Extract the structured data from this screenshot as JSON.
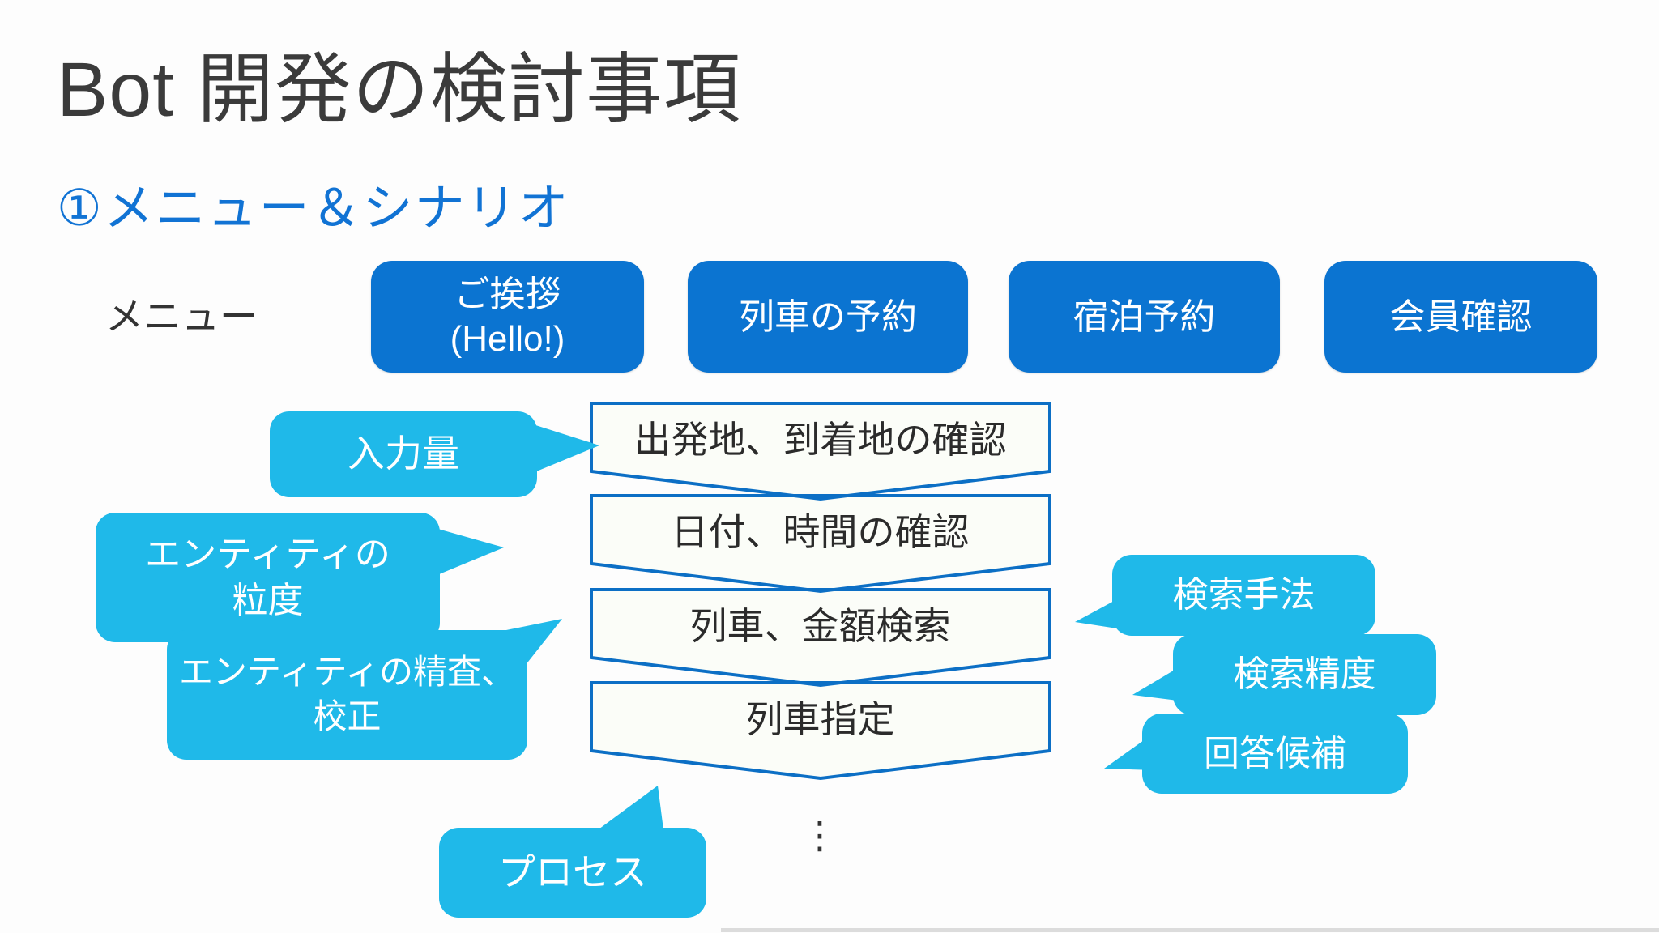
{
  "slide": {
    "title": "Bot 開発の検討事項",
    "subtitle": "①メニュー＆シナリオ",
    "menu_label": "メニュー",
    "ellipsis": "⋮"
  },
  "menu": {
    "buttons": [
      {
        "name": "greeting",
        "lines": [
          "ご挨拶",
          "(Hello!)"
        ]
      },
      {
        "name": "train-reservation",
        "label": "列車の予約"
      },
      {
        "name": "hotel-reservation",
        "label": "宿泊予約"
      },
      {
        "name": "member-verification",
        "label": "会員確認"
      }
    ]
  },
  "flow": {
    "steps": [
      {
        "label": "出発地、到着地の確認"
      },
      {
        "label": "日付、時間の確認"
      },
      {
        "label": "列車、金額検索"
      },
      {
        "label": "列車指定"
      }
    ]
  },
  "callouts": {
    "left": [
      {
        "name": "input-volume",
        "lines": [
          "入力量"
        ]
      },
      {
        "name": "entity-granularity",
        "lines": [
          "エンティティの",
          "粒度"
        ]
      },
      {
        "name": "entity-scrutiny",
        "lines": [
          "エンティティの精査、",
          "校正"
        ]
      }
    ],
    "right": [
      {
        "name": "search-method",
        "label": "検索手法"
      },
      {
        "name": "search-accuracy",
        "label": "検索精度"
      },
      {
        "name": "answer-candidates",
        "label": "回答候補"
      }
    ],
    "bottom": {
      "name": "process",
      "label": "プロセス"
    }
  },
  "colors": {
    "menu_button_blue": "#0b74d1",
    "callout_cyan": "#1fb9e9",
    "flow_border_blue": "#0c6fc5",
    "flow_fill": "#fbfdf8",
    "subtitle_blue": "#1173d4",
    "title_gray": "#3b3b3b",
    "background": "#fdfdfd"
  }
}
